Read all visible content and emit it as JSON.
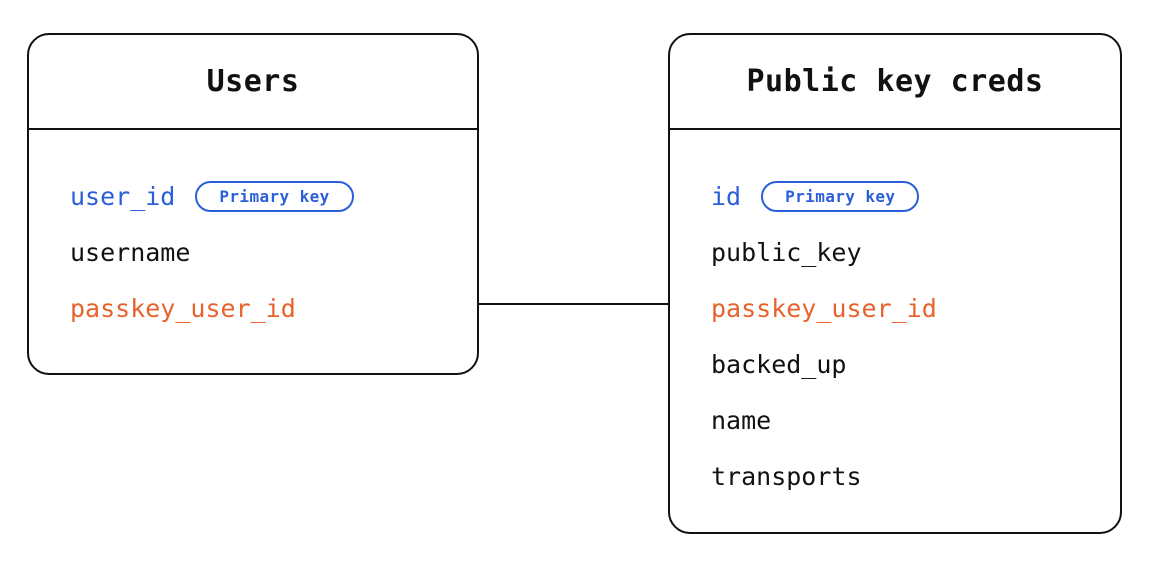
{
  "diagram": {
    "type": "entity-relationship-diagram",
    "background_color": "#ffffff",
    "colors": {
      "border": "#111111",
      "text": "#111111",
      "primary_key": "#2B5FD9",
      "foreign_key": "#E8622C",
      "badge_border": "#2B5FD9"
    },
    "badge_label": "Primary key",
    "entities": [
      {
        "id": "users",
        "title": "Users",
        "fields": [
          {
            "name": "user_id",
            "role": "pk",
            "badge": "Primary key"
          },
          {
            "name": "username",
            "role": "normal",
            "badge": null
          },
          {
            "name": "passkey_user_id",
            "role": "fk",
            "badge": null
          }
        ]
      },
      {
        "id": "public_key_creds",
        "title": "Public key creds",
        "fields": [
          {
            "name": "id",
            "role": "pk",
            "badge": "Primary key"
          },
          {
            "name": "public_key",
            "role": "normal",
            "badge": null
          },
          {
            "name": "passkey_user_id",
            "role": "fk",
            "badge": null
          },
          {
            "name": "backed_up",
            "role": "normal",
            "badge": null
          },
          {
            "name": "name",
            "role": "normal",
            "badge": null
          },
          {
            "name": "transports",
            "role": "normal",
            "badge": null
          }
        ]
      }
    ],
    "relationships": [
      {
        "from_entity": "users",
        "from_field": "passkey_user_id",
        "to_entity": "public_key_creds",
        "to_field": "passkey_user_id",
        "style": "straight-line"
      }
    ]
  }
}
